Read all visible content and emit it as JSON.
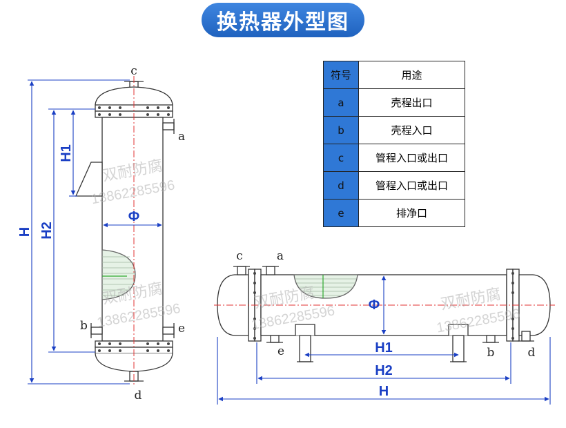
{
  "title": "换热器外型图",
  "legend": {
    "header": {
      "symbol": "符号",
      "purpose": "用途"
    },
    "rows": [
      {
        "symbol": "a",
        "purpose": "壳程出口"
      },
      {
        "symbol": "b",
        "purpose": "壳程入口"
      },
      {
        "symbol": "c",
        "purpose": "管程入口或出口"
      },
      {
        "symbol": "d",
        "purpose": "管程入口或出口"
      },
      {
        "symbol": "e",
        "purpose": "排净口"
      }
    ]
  },
  "vertical": {
    "nozzles": {
      "a": "a",
      "b": "b",
      "c": "c",
      "d": "d",
      "e": "e"
    },
    "dims": {
      "H": "H",
      "H2": "H2",
      "H1": "H1",
      "phi": "Φ"
    }
  },
  "horizontal": {
    "nozzles": {
      "a": "a",
      "b": "b",
      "c": "c",
      "d": "d",
      "e": "e"
    },
    "dims": {
      "H": "H",
      "H2": "H2",
      "H1": "H1",
      "phi": "Φ"
    }
  },
  "watermark": {
    "brand": "双耐防腐",
    "phone": "13862285596"
  },
  "colors": {
    "dim": "#1a3fc4",
    "outline": "#333333",
    "center": "#e03030",
    "pill": "#2f78d6"
  }
}
